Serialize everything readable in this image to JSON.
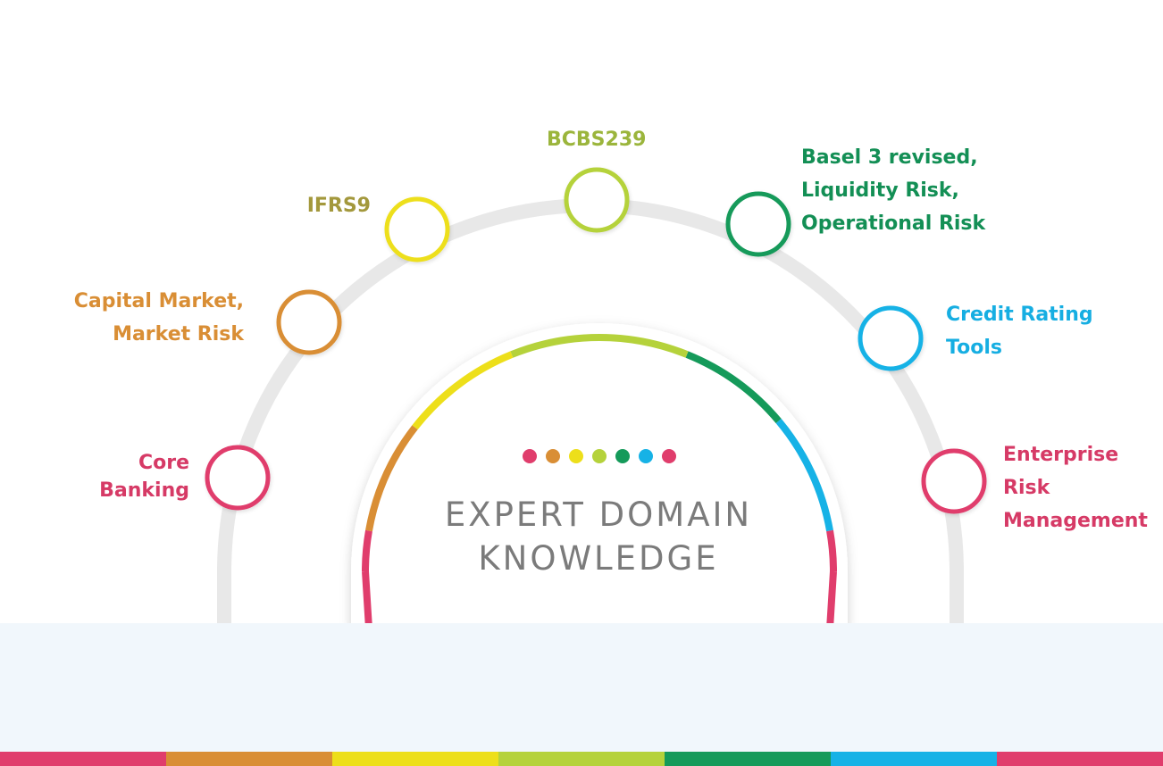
{
  "center": {
    "title_lines": [
      "EXPERT DOMAIN",
      "KNOWLEDGE"
    ]
  },
  "nodes": [
    {
      "id": "core-banking",
      "lines": [
        "Core",
        "Banking"
      ],
      "color": "#e03d6c"
    },
    {
      "id": "capital-market",
      "lines": [
        "Capital Market,",
        "Market Risk"
      ],
      "color": "#d98e35"
    },
    {
      "id": "ifrs9",
      "lines": [
        "IFRS9"
      ],
      "color": "#eddf1a"
    },
    {
      "id": "bcbs239",
      "lines": [
        "BCBS239"
      ],
      "color": "#b5d23b"
    },
    {
      "id": "basel3",
      "lines": [
        "Basel 3 revised,",
        "Liquidity Risk,",
        "Operational Risk"
      ],
      "color": "#159a5a"
    },
    {
      "id": "credit-rating",
      "lines": [
        "Credit Rating",
        "Tools"
      ],
      "color": "#16b2e6"
    },
    {
      "id": "erm",
      "lines": [
        "Enterprise",
        "Risk",
        "Management"
      ],
      "color": "#e03d6c"
    }
  ],
  "label_colors": {
    "core-banking": "#d63a66",
    "capital-market": "#d98e35",
    "ifrs9": "#a3983c",
    "bcbs239": "#9bb53c",
    "basel3": "#138f55",
    "credit-rating": "#16aee2",
    "erm": "#d63a66"
  },
  "colors": {
    "track": "#e8e8e8",
    "panel": "#f1f7fc",
    "title": "#7b7b7b"
  }
}
